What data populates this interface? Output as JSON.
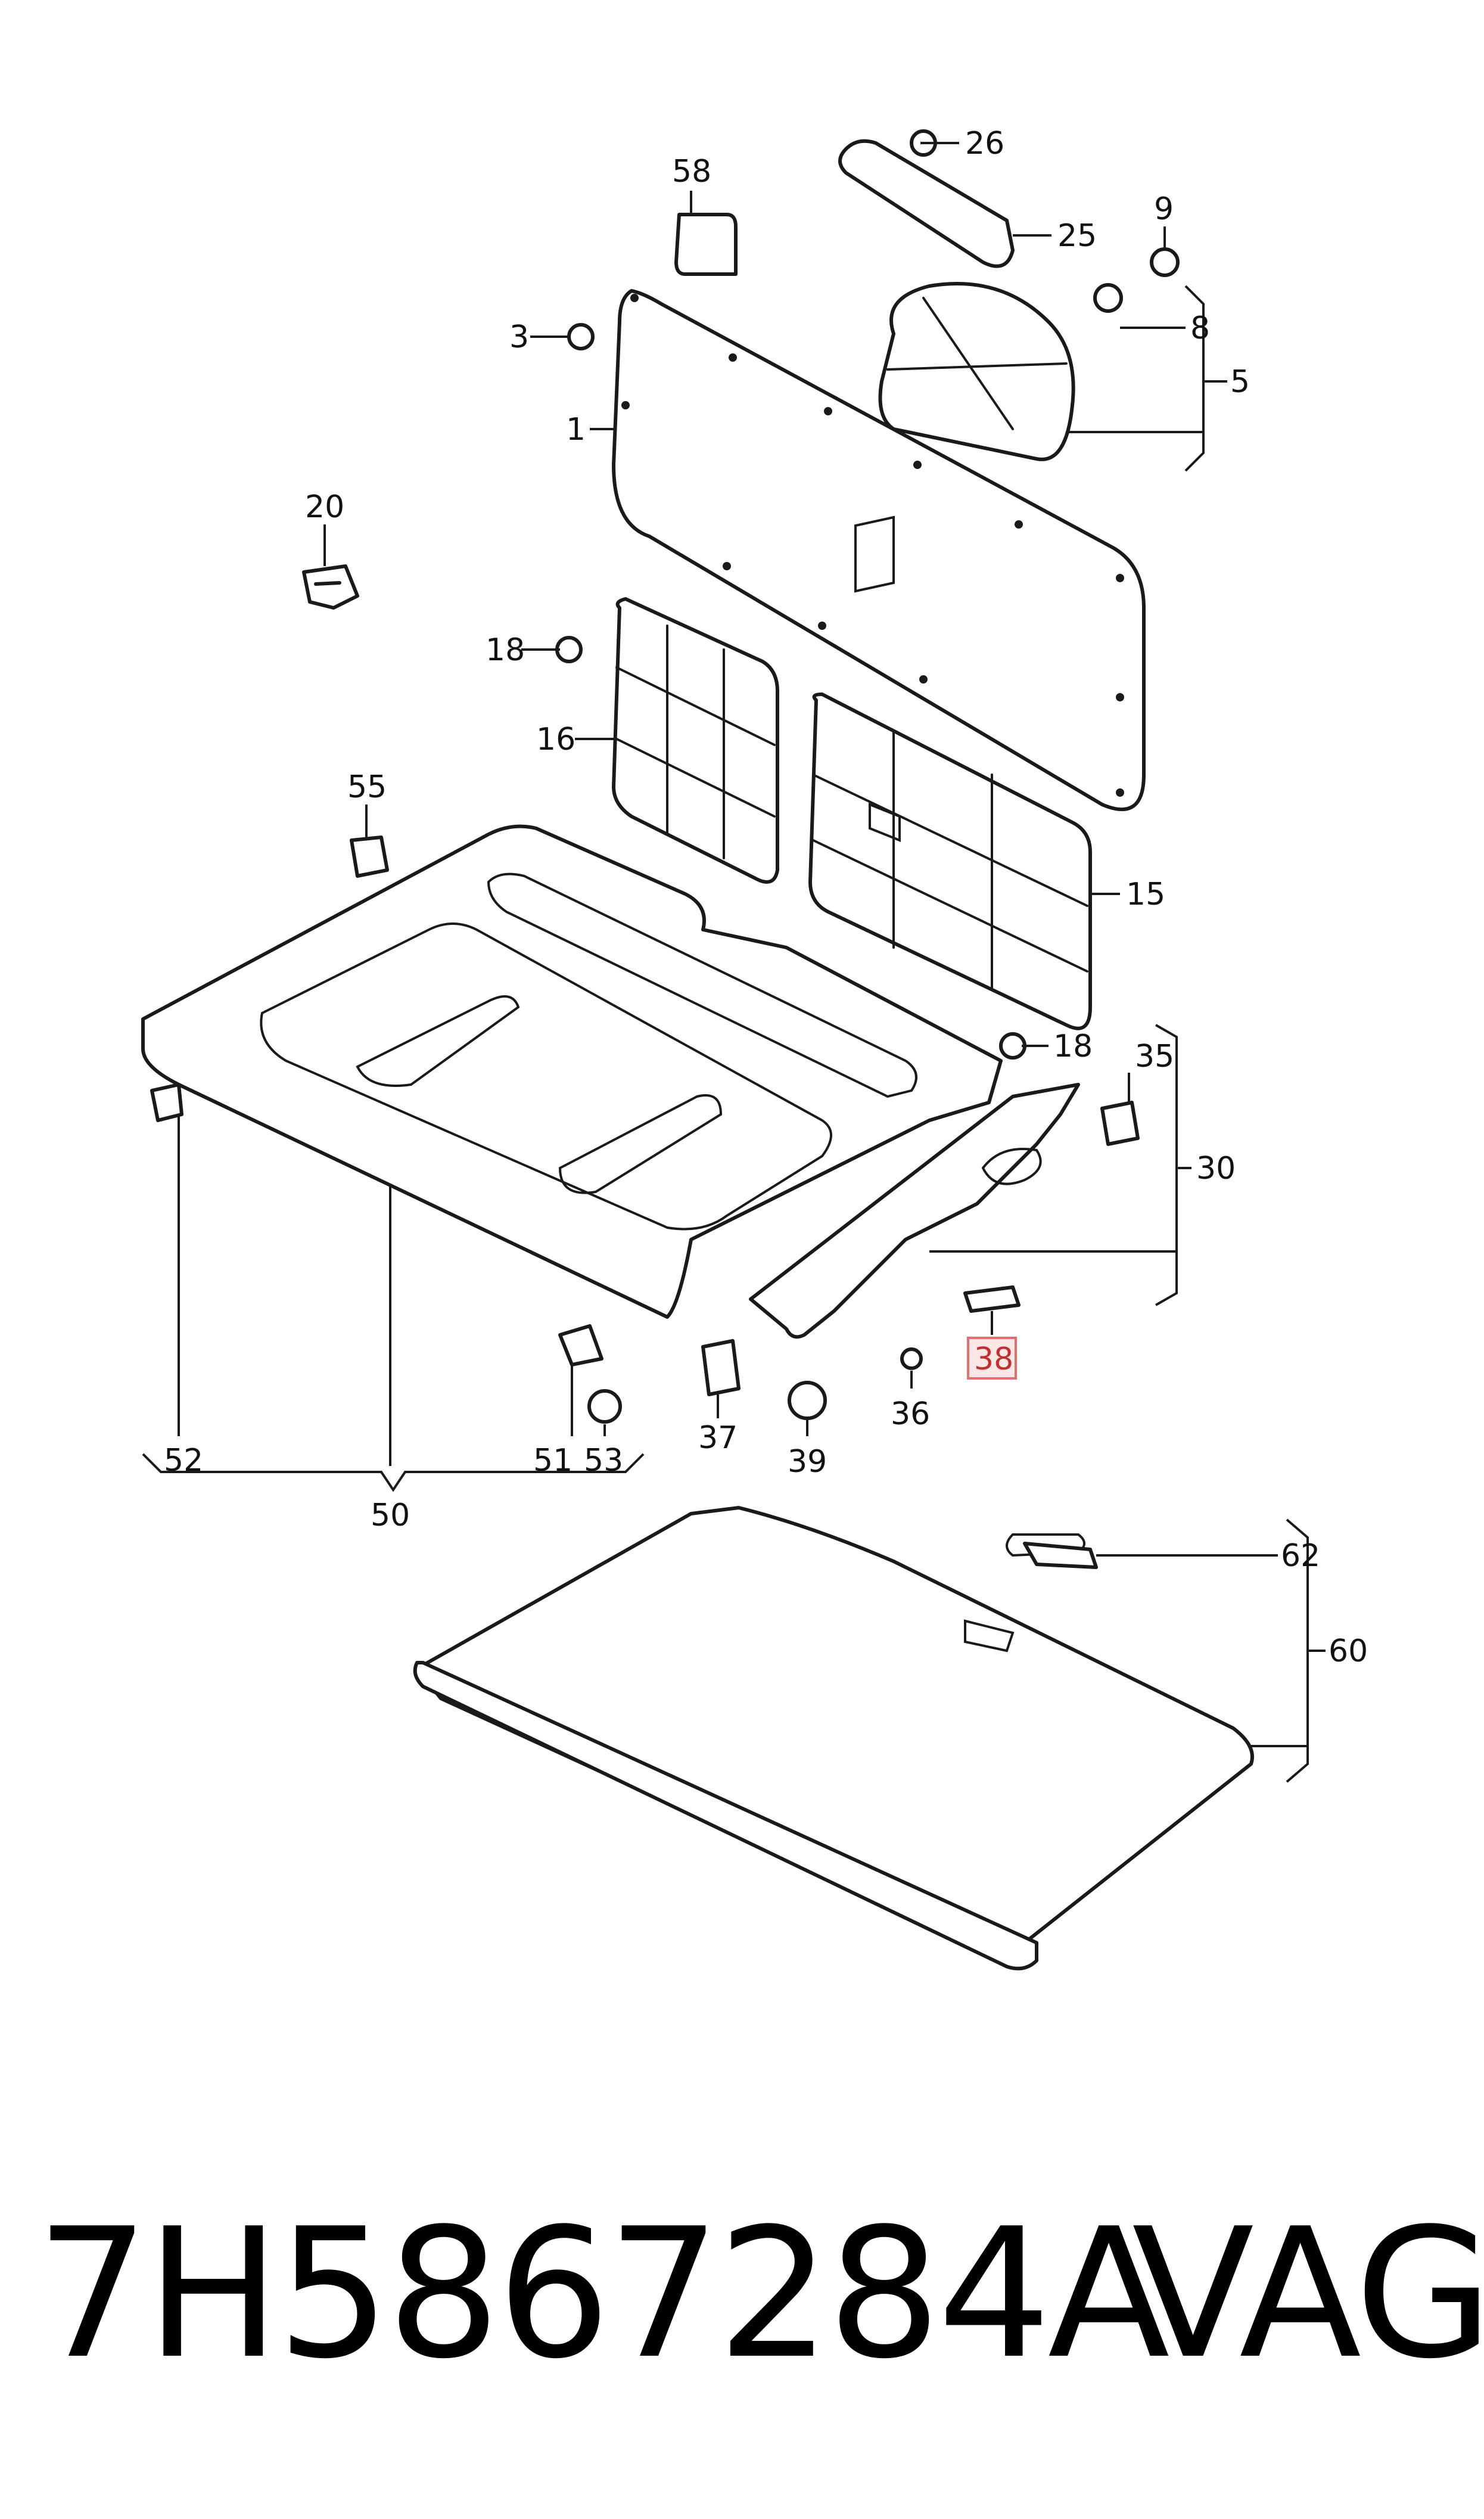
{
  "callouts": {
    "c1": "1",
    "c3": "3",
    "c5": "5",
    "c8": "8",
    "c9": "9",
    "c15": "15",
    "c16": "16",
    "c18a": "18",
    "c18b": "18",
    "c20": "20",
    "c25": "25",
    "c26": "26",
    "c30": "30",
    "c35": "35",
    "c36": "36",
    "c37": "37",
    "c38": "38",
    "c39": "39",
    "c50": "50",
    "c51": "51",
    "c52": "52",
    "c53": "53",
    "c55": "55",
    "c58": "58",
    "c60": "60",
    "c62": "62"
  },
  "highlighted_callout": "38",
  "colors": {
    "line": "#1a1a1a",
    "highlight_fill": "#fde6e6",
    "highlight_stroke": "#e07070",
    "highlight_text": "#c03030"
  },
  "footer": {
    "part_number": "7H5867284A",
    "brand": "VAG"
  }
}
